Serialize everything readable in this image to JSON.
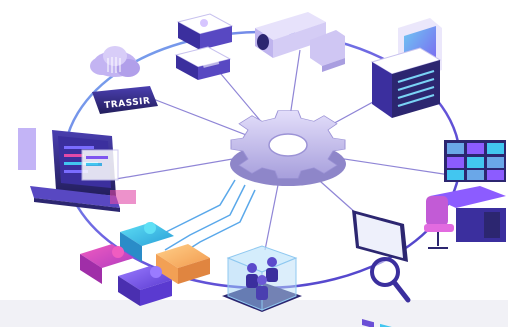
{
  "diagram": {
    "brand_label": "TRASSIR",
    "nodes": [
      {
        "id": "cloud-server",
        "label": ""
      },
      {
        "id": "face-recognition-boxes",
        "label": ""
      },
      {
        "id": "cctv-camera",
        "label": ""
      },
      {
        "id": "server-rack",
        "label": ""
      },
      {
        "id": "control-room",
        "label": ""
      },
      {
        "id": "analytics-tablet",
        "label": ""
      },
      {
        "id": "people-cube",
        "label": ""
      },
      {
        "id": "puzzle-pieces",
        "label": ""
      },
      {
        "id": "developer-laptop",
        "label": ""
      }
    ]
  },
  "colors": {
    "gear": "#c8c1ea",
    "gear_dark": "#8e86c9",
    "ring_blue": "#6aa7e8",
    "ring_purple": "#6b4fd6",
    "device_dark": "#2c2670",
    "accent_purple": "#8c5cff",
    "accent_cyan": "#42c6f0",
    "accent_pink": "#e24aa8",
    "accent_orange": "#f7b06a"
  },
  "icons": [
    "gear-icon",
    "cloud-icon",
    "cctv-camera-icon",
    "server-rack-icon",
    "monitor-wall-icon",
    "tablet-chart-icon",
    "magnifier-icon",
    "people-cube-icon",
    "puzzle-icon",
    "laptop-icon"
  ]
}
